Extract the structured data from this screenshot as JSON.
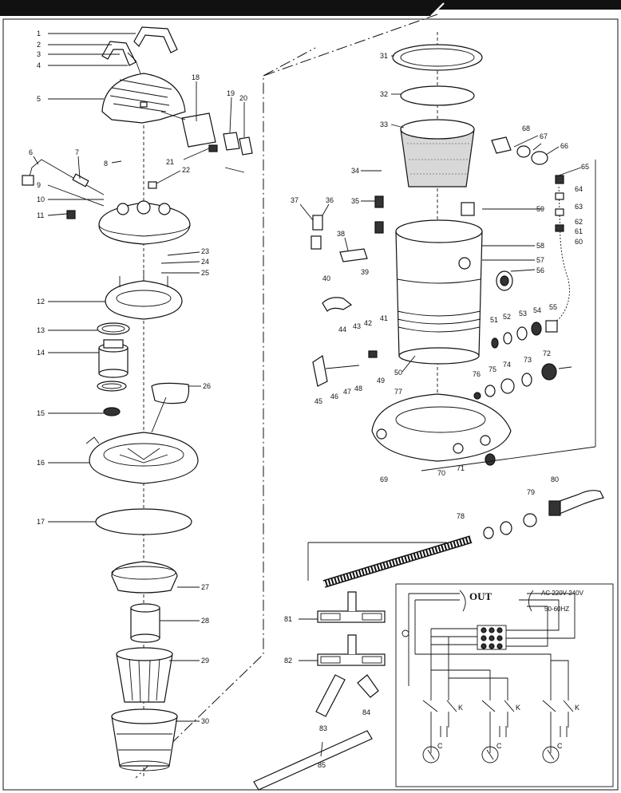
{
  "callouts": {
    "c1": "1",
    "c2": "2",
    "c3": "3",
    "c4": "4",
    "c5": "5",
    "c6": "6",
    "c7": "7",
    "c8": "8",
    "c9": "9",
    "c10": "10",
    "c11": "11",
    "c12": "12",
    "c13": "13",
    "c14": "14",
    "c15": "15",
    "c16": "16",
    "c17": "17",
    "c18": "18",
    "c19": "19",
    "c20": "20",
    "c21": "21",
    "c22": "22",
    "c23": "23",
    "c24": "24",
    "c25": "25",
    "c26": "26",
    "c27": "27",
    "c28": "28",
    "c29": "29",
    "c30": "30",
    "c31": "31",
    "c32": "32",
    "c33": "33",
    "c34": "34",
    "c35": "35",
    "c36": "36",
    "c37": "37",
    "c38": "38",
    "c39": "39",
    "c40": "40",
    "c41": "41",
    "c42": "42",
    "c43": "43",
    "c44": "44",
    "c45": "45",
    "c46": "46",
    "c47": "47",
    "c48": "48",
    "c49": "49",
    "c50": "50",
    "c51": "51",
    "c52": "52",
    "c53": "53",
    "c54": "54",
    "c55": "55",
    "c56": "56",
    "c57": "57",
    "c58": "58",
    "c59": "59",
    "c60": "60",
    "c61": "61",
    "c62": "62",
    "c63": "63",
    "c64": "64",
    "c65": "65",
    "c66": "66",
    "c67": "67",
    "c68": "68",
    "c69": "69",
    "c70": "70",
    "c71": "71",
    "c72": "72",
    "c73": "73",
    "c74": "74",
    "c75": "75",
    "c76": "76",
    "c77": "77",
    "c78": "78",
    "c79": "79",
    "c80": "80",
    "c81": "81",
    "c82": "82",
    "c83": "83",
    "c84": "84",
    "c85": "85"
  },
  "wiring": {
    "out_label": "OUT",
    "supply_voltage": "AC 220V-240V",
    "supply_freq": "50-60HZ",
    "switch_label": "K",
    "capacitor_label": "C"
  }
}
